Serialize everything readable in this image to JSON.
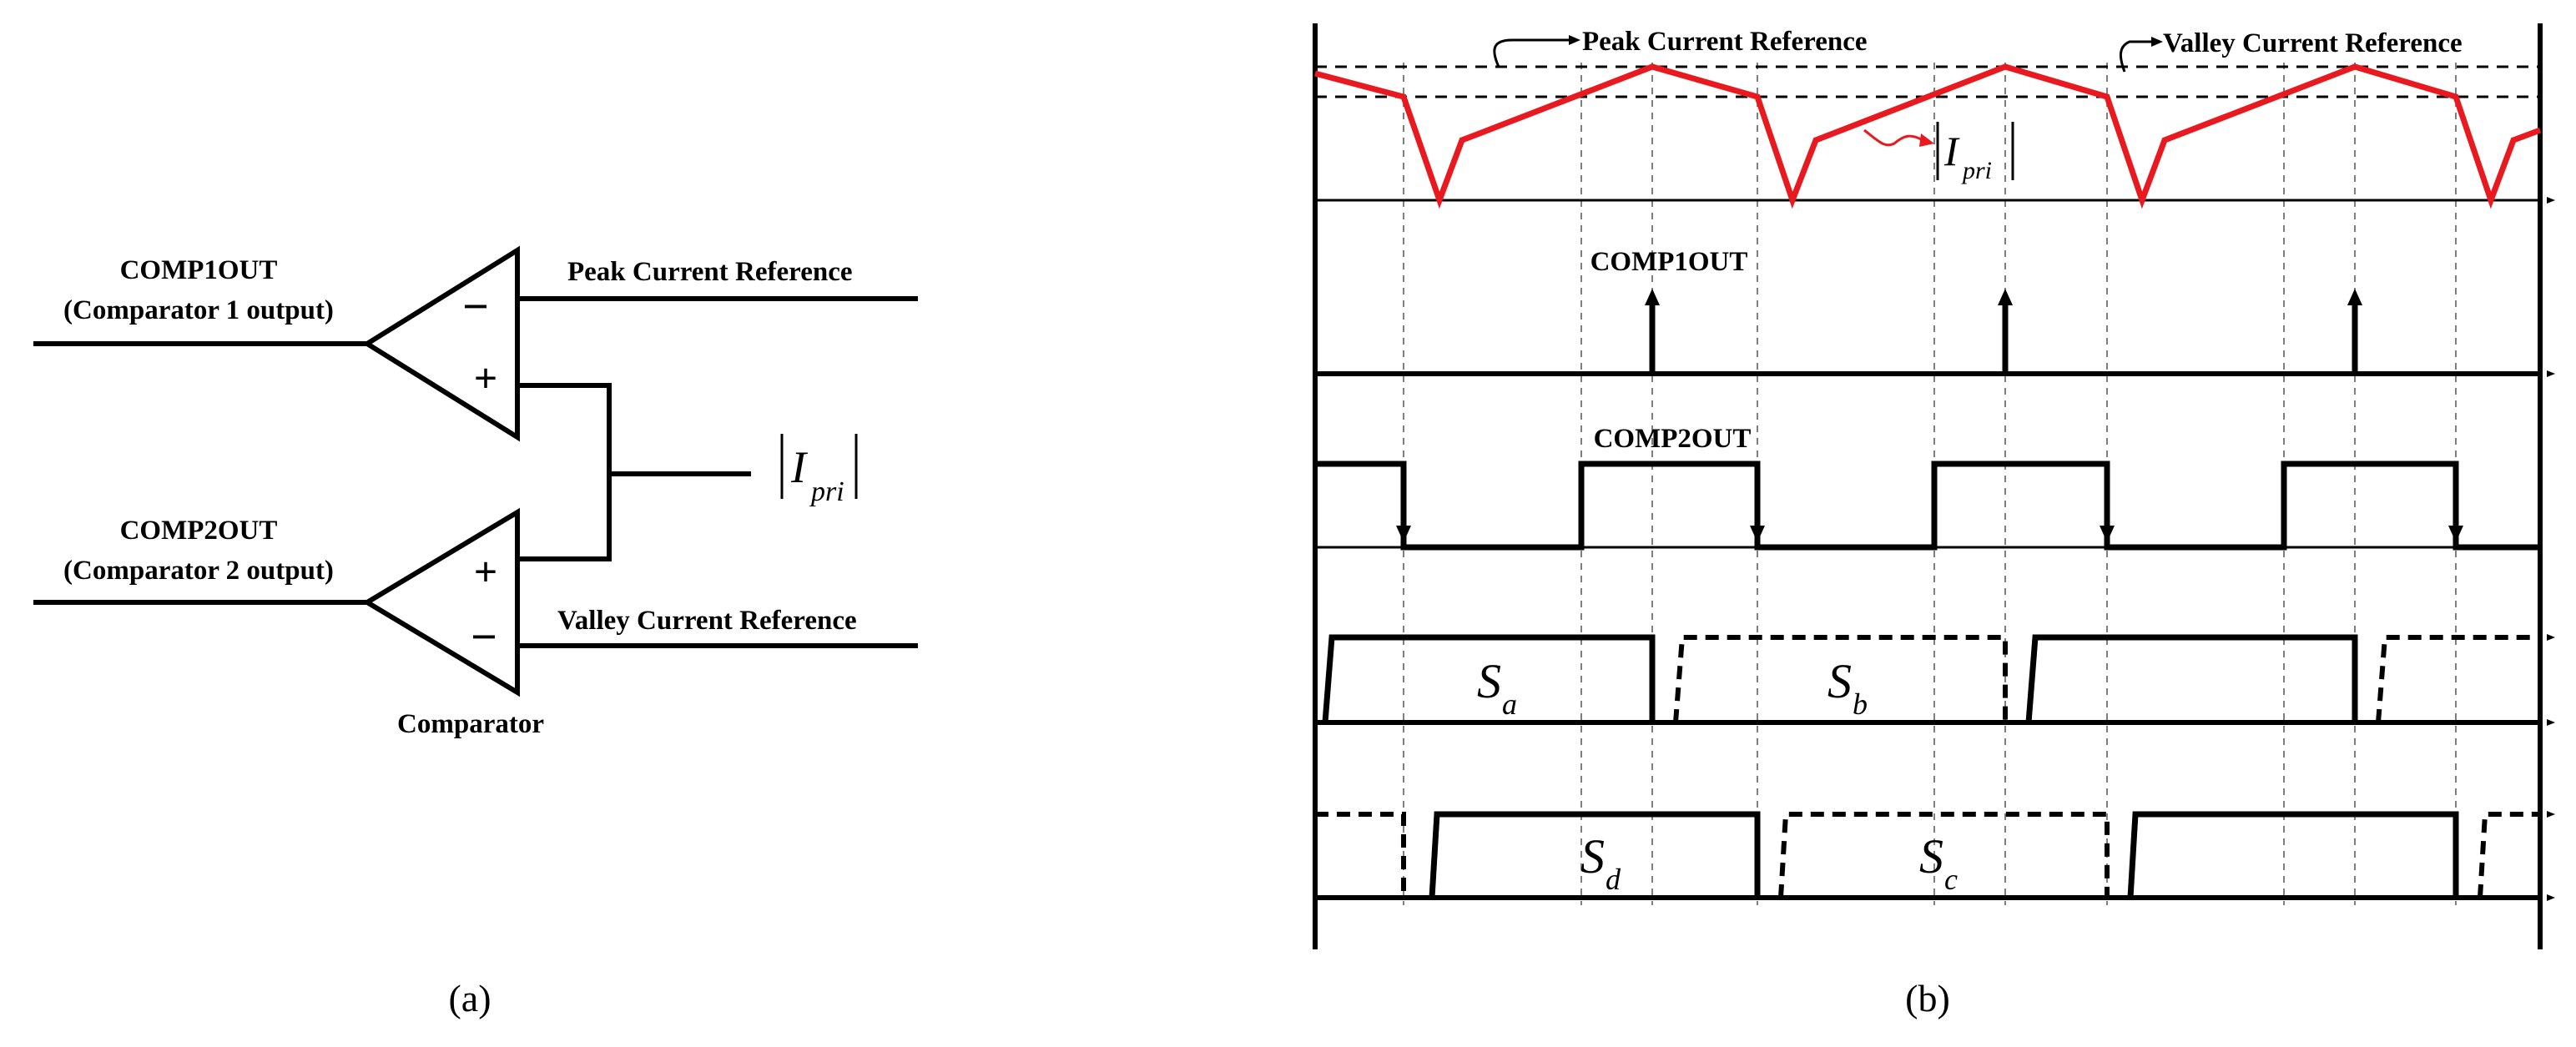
{
  "panel_a": {
    "caption": "(a)",
    "comp1_name": "COMP1OUT",
    "comp1_desc": "(Comparator 1 output)",
    "comp2_name": "COMP2OUT",
    "comp2_desc": "(Comparator 2 output)",
    "peak_ref": "Peak Current Reference",
    "valley_ref": "Valley Current Reference",
    "ipri_symbol": "I",
    "ipri_sub": "pri",
    "minus": "−",
    "plus": "+",
    "comparator_label": "Comparator"
  },
  "panel_b": {
    "caption": "(b)",
    "peak_ref": "Peak Current Reference",
    "valley_ref": "Valley Current Reference",
    "ipri_symbol": "I",
    "ipri_sub": "pri",
    "comp1": "COMP1OUT",
    "comp2": "COMP2OUT",
    "sa": "S",
    "sa_sub": "a",
    "sb": "S",
    "sb_sub": "b",
    "sc": "S",
    "sc_sub": "c",
    "sd": "S",
    "sd_sub": "d",
    "current_color": "#e8191f"
  }
}
